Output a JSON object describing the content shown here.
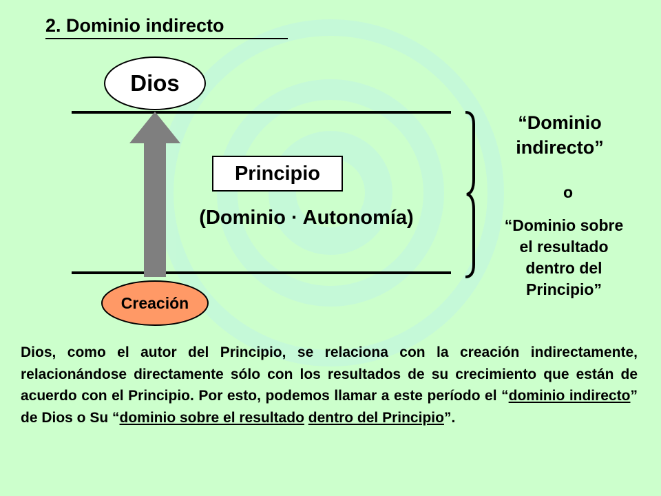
{
  "title": "2. Dominio indirecto",
  "diagram": {
    "top_node": "Dios",
    "bottom_node": "Creación",
    "center_box": "Principio",
    "center_subtitle": "(Dominio · Autonomía)"
  },
  "side_note": {
    "line1": "“Dominio",
    "line2": "indirecto”",
    "or": "o",
    "line3": "“Dominio sobre",
    "line4": "el resultado",
    "line5": "dentro del",
    "line6": "Principio”"
  },
  "paragraph": {
    "text1": "Dios, como el autor del Principio, se relaciona con la creación indirectamente, relacionándose directamente sólo con los resultados de su crecimiento que están de acuerdo con el Principio. Por esto, podemos llamar a este período el “",
    "term1": "dominio indirecto",
    "text2": "” de Dios o Su “",
    "term2a": "dominio sobre el resultado",
    "term2b": "dentro del Principio",
    "text3": "”."
  },
  "colors": {
    "background": "#ccffcc",
    "dios_fill": "#ffffff",
    "creacion_fill": "#ff9966",
    "arrow": "#7f7f7f"
  }
}
